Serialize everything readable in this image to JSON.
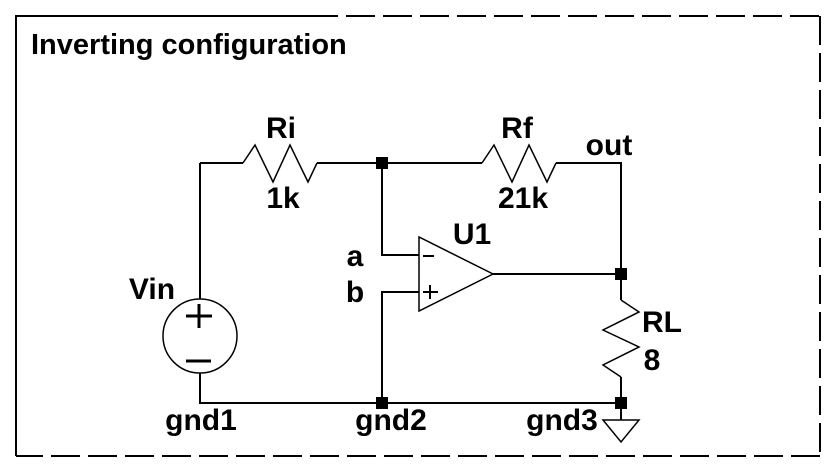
{
  "title": "Inverting configuration",
  "components": {
    "ri": {
      "type": "resistor",
      "name": "Ri",
      "value": "1k"
    },
    "rf": {
      "type": "resistor",
      "name": "Rf",
      "value": "21k"
    },
    "rl": {
      "type": "resistor",
      "name": "RL",
      "value": "8"
    },
    "vin": {
      "type": "voltage-source",
      "name": "Vin",
      "positive_mark": "+",
      "negative_mark": "-"
    },
    "u1": {
      "type": "opamp",
      "name": "U1",
      "inverting_mark": "-",
      "noninverting_mark": "+"
    }
  },
  "nets": {
    "a": "a",
    "b": "b",
    "out": "out",
    "gnd1": "gnd1",
    "gnd2": "gnd2",
    "gnd3": "gnd3"
  },
  "icons": {
    "ground": "ground-icon",
    "junction": "junction-dot-icon",
    "polarity_plus": "plus-icon",
    "polarity_minus": "minus-icon"
  },
  "colors": {
    "background": "#ffffff",
    "ink": "#000000"
  }
}
